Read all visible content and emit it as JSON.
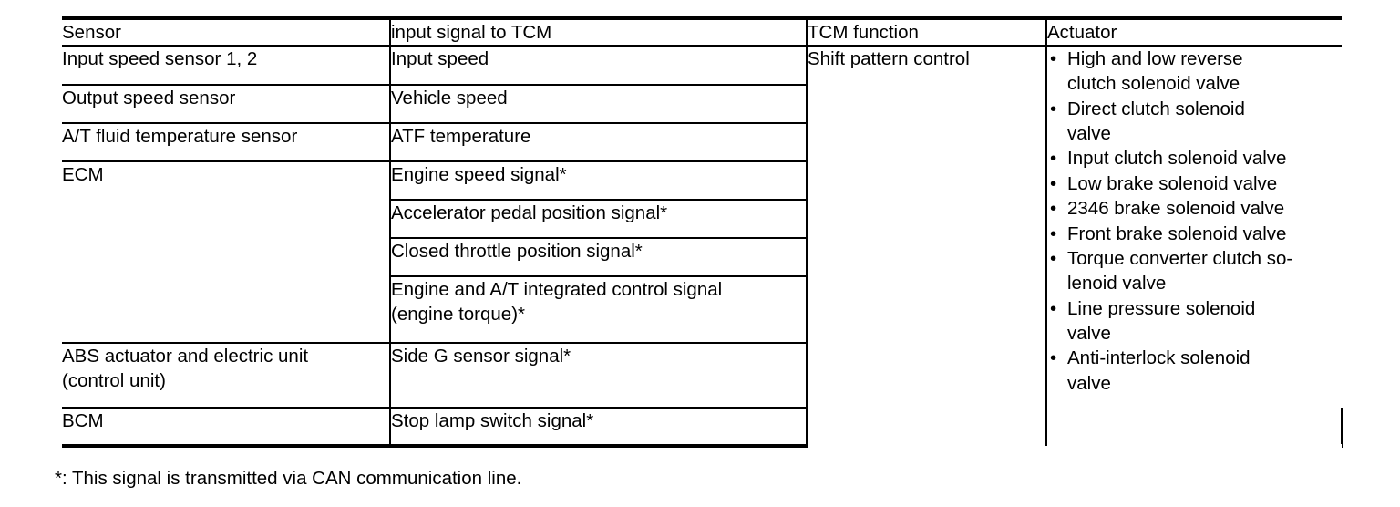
{
  "table": {
    "headers": [
      {
        "label": "Sensor"
      },
      {
        "label": "input signal to TCM"
      },
      {
        "label": "TCM function"
      },
      {
        "label": "Actuator"
      }
    ],
    "sensors": [
      {
        "label": "Input speed sensor 1, 2"
      },
      {
        "label": "Output speed sensor"
      },
      {
        "label": "A/T fluid temperature sensor"
      },
      {
        "label": "ECM"
      },
      {
        "label": "ABS actuator and electric unit\n(control unit)"
      },
      {
        "label": "BCM"
      }
    ],
    "signals": [
      {
        "label": "Input speed"
      },
      {
        "label": "Vehicle speed"
      },
      {
        "label": "ATF temperature"
      },
      {
        "label": "Engine speed signal*"
      },
      {
        "label": "Accelerator pedal position signal*"
      },
      {
        "label": "Closed throttle position signal*"
      },
      {
        "label": "Engine and A/T integrated control signal\n(engine torque)*"
      },
      {
        "label": "Side G sensor signal*"
      },
      {
        "label": "Stop lamp switch signal*"
      }
    ],
    "function": {
      "label": "Shift pattern control"
    },
    "actuators": [
      {
        "bullet": "•",
        "label": "High and low reverse\nclutch solenoid valve"
      },
      {
        "bullet": "•",
        "label": "Direct clutch solenoid\nvalve"
      },
      {
        "bullet": "•",
        "label": "Input clutch solenoid valve"
      },
      {
        "bullet": "•",
        "label": "Low brake solenoid valve"
      },
      {
        "bullet": "•",
        "label": "2346 brake solenoid valve"
      },
      {
        "bullet": "•",
        "label": "Front brake solenoid valve"
      },
      {
        "bullet": "•",
        "label": "Torque converter clutch so-\nlenoid valve"
      },
      {
        "bullet": "•",
        "label": "Line pressure solenoid\nvalve"
      },
      {
        "bullet": "•",
        "label": "Anti-interlock solenoid\nvalve"
      }
    ]
  },
  "footnote": {
    "label": "*: This signal is transmitted via CAN communication line."
  }
}
